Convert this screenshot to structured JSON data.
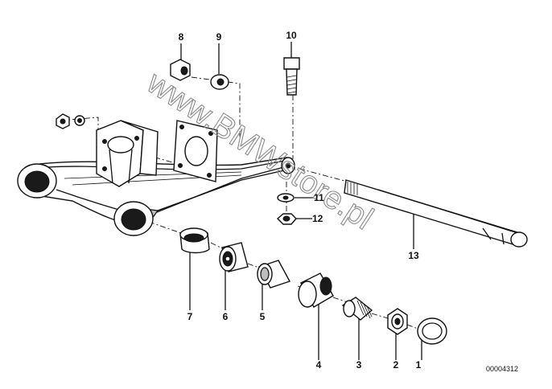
{
  "diagram": {
    "watermark": "www.BMWstore.pl",
    "image_code": "00004312",
    "callouts": [
      {
        "id": "callout-1",
        "label": "1"
      },
      {
        "id": "callout-2",
        "label": "2"
      },
      {
        "id": "callout-3",
        "label": "3"
      },
      {
        "id": "callout-4",
        "label": "4"
      },
      {
        "id": "callout-5",
        "label": "5"
      },
      {
        "id": "callout-6",
        "label": "6"
      },
      {
        "id": "callout-7",
        "label": "7"
      },
      {
        "id": "callout-8",
        "label": "8"
      },
      {
        "id": "callout-9",
        "label": "9"
      },
      {
        "id": "callout-10",
        "label": "10"
      },
      {
        "id": "callout-11",
        "label": "11"
      },
      {
        "id": "callout-12",
        "label": "12"
      },
      {
        "id": "callout-13",
        "label": "13"
      }
    ]
  }
}
